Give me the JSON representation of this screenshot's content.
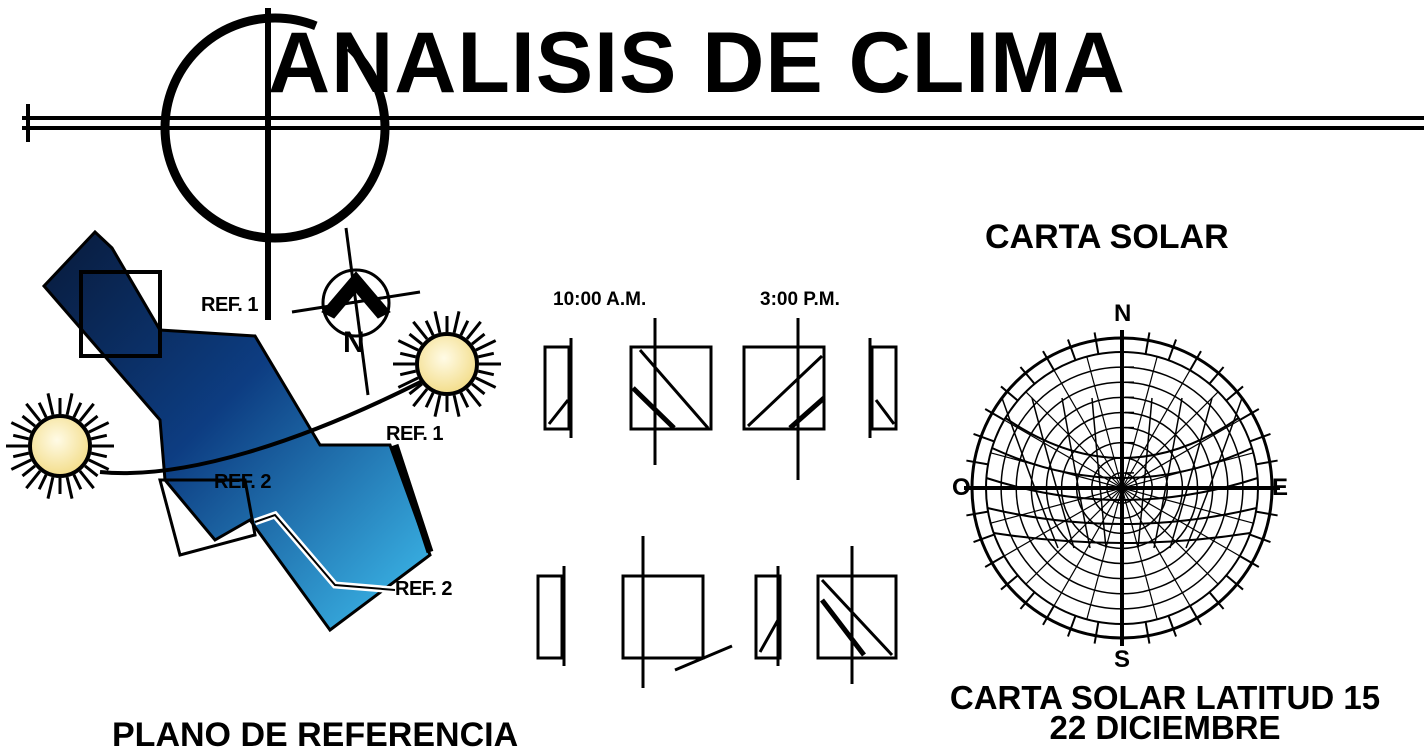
{
  "title": "ANALISIS DE CLIMA",
  "plan": {
    "title": "PLANO DE REFERENCIA",
    "ref1": "REF. 1",
    "ref2": "REF. 2"
  },
  "times": {
    "morning": "10:00 A.M.",
    "afternoon": "3:00 P.M."
  },
  "solar_chart": {
    "title": "CARTA SOLAR",
    "caption_line1": "CARTA SOLAR LATITUD 15",
    "caption_line2": "22 DICIEMBRE",
    "north": "N",
    "south": "S",
    "west": "O",
    "east": "E"
  },
  "colors": {
    "lot_dark": "#081a3a",
    "lot_light": "#3fc0f0",
    "sun_fill": "#fff6c8",
    "ink": "#000000"
  },
  "icons": {
    "north_arrow": "north-arrow-icon",
    "sun": "sun-icon"
  }
}
